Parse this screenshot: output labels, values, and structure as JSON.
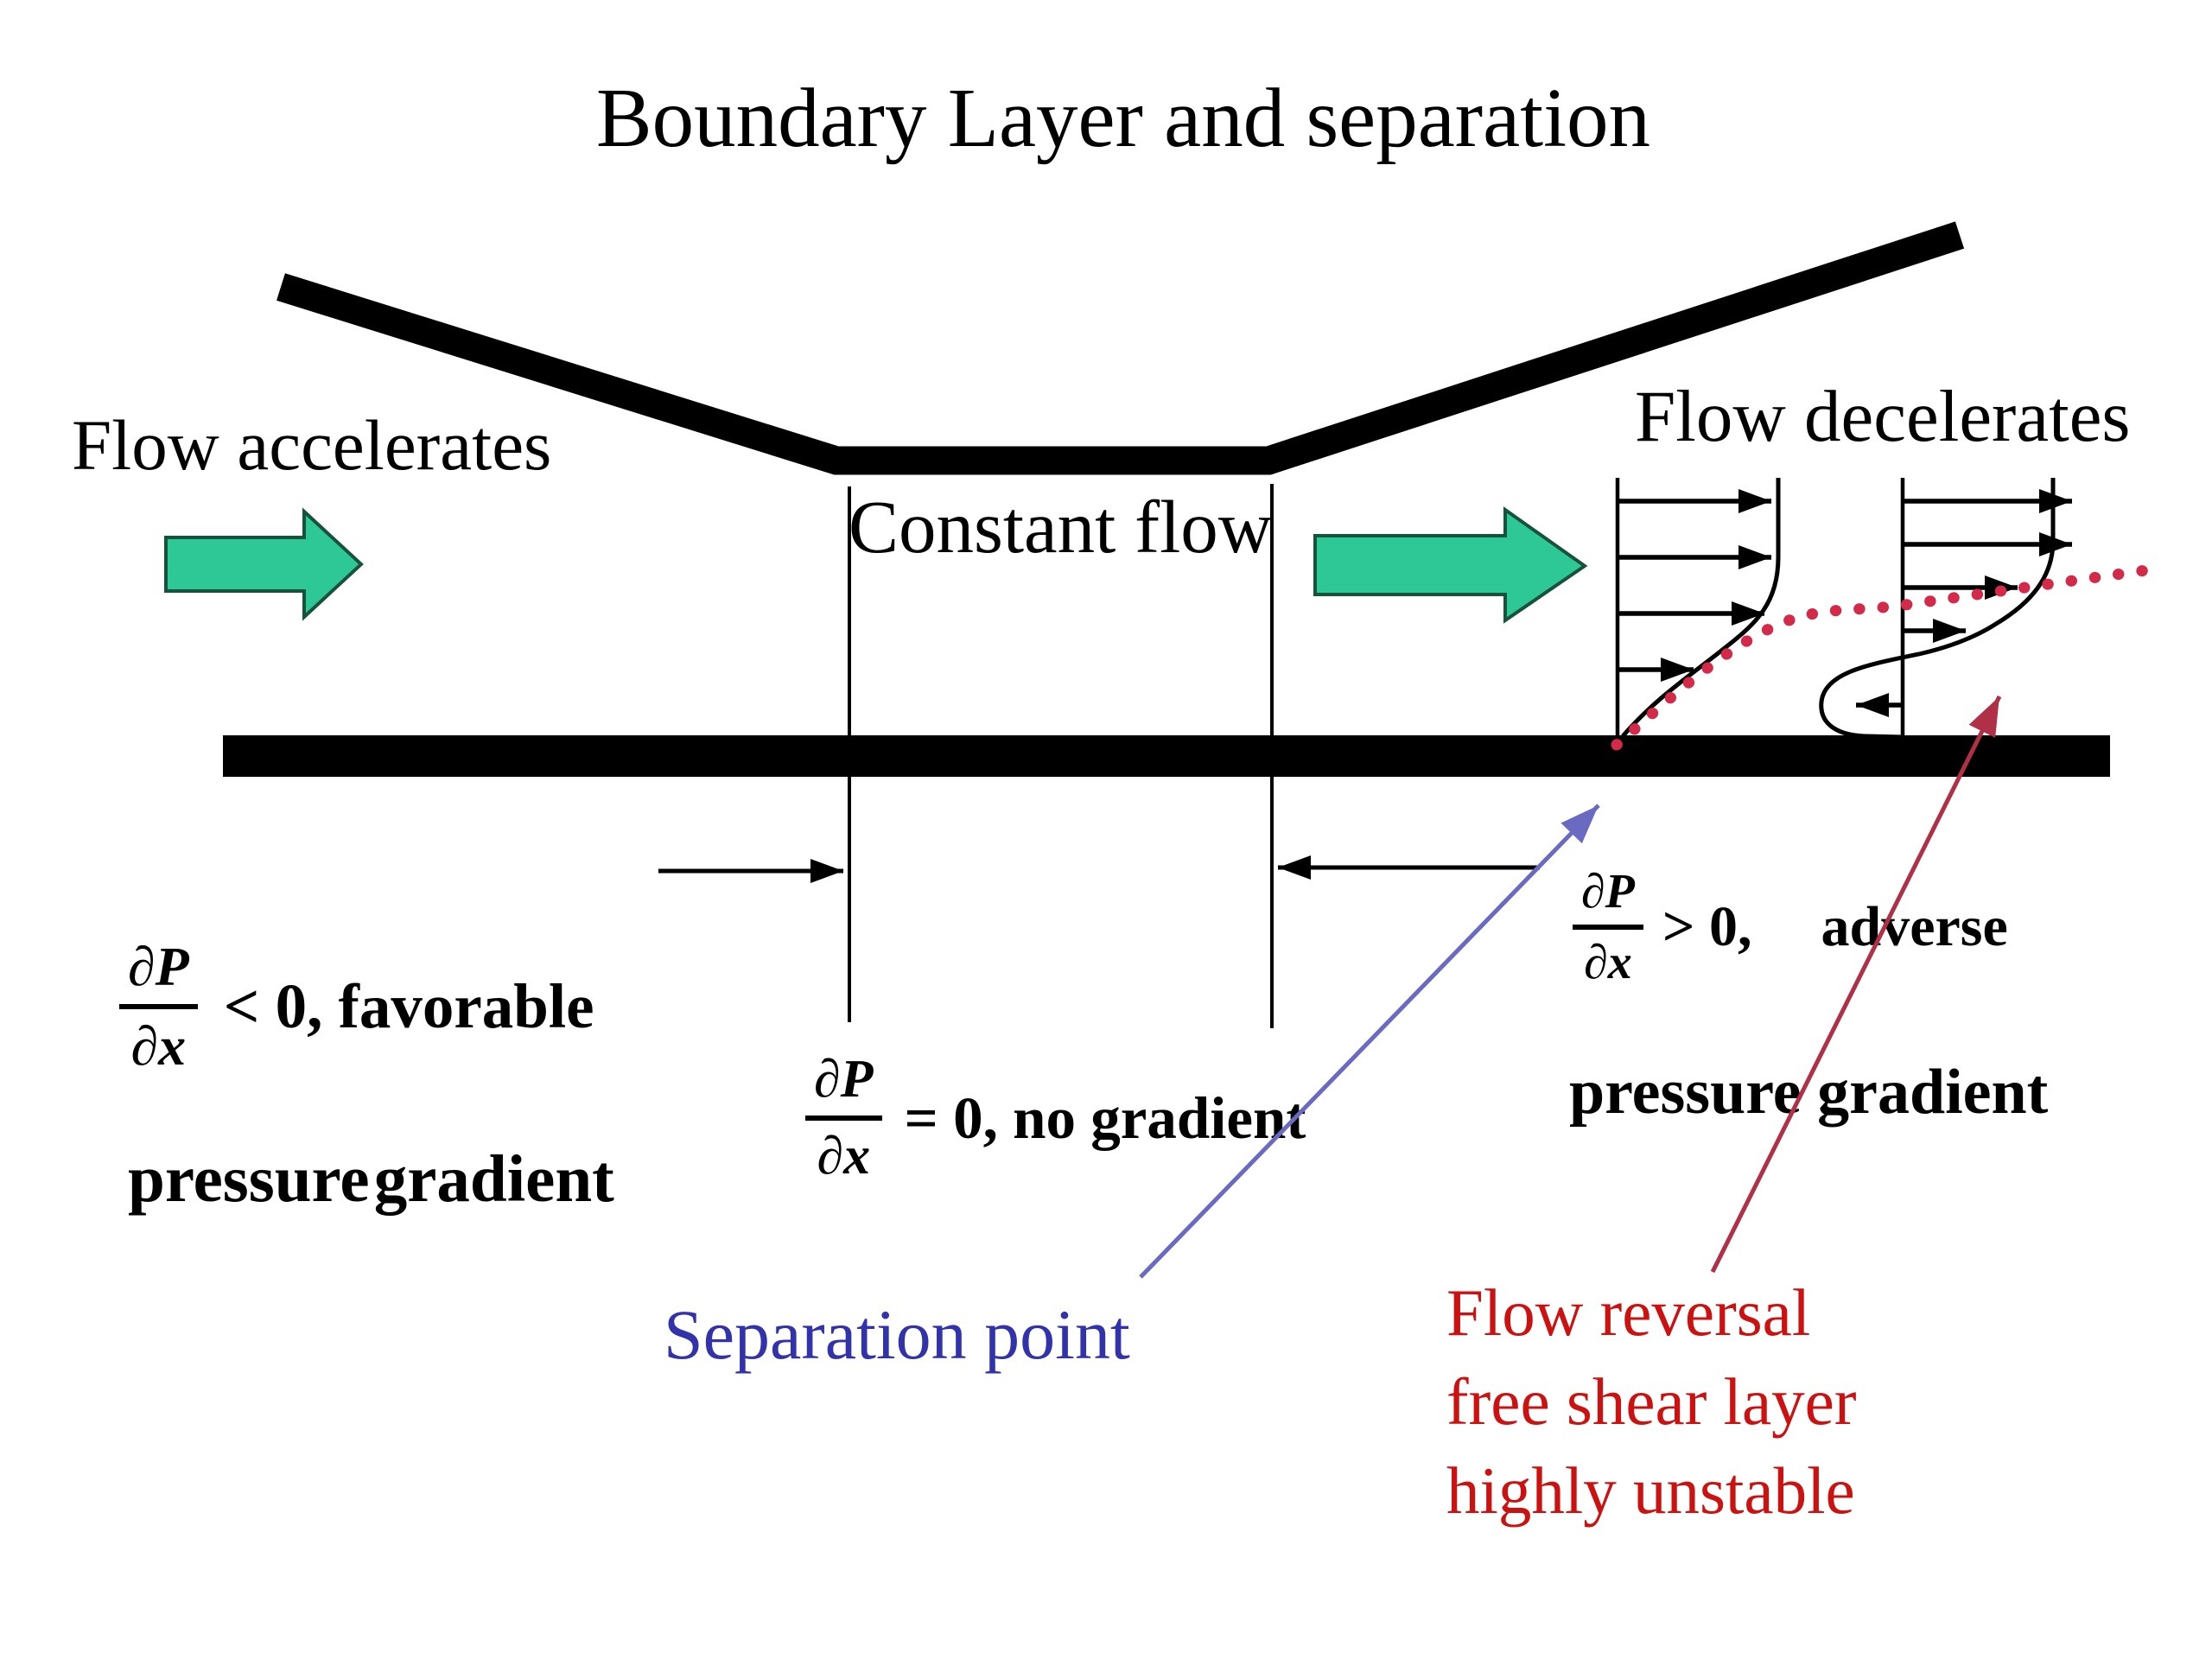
{
  "title": "Boundary Layer and separation",
  "labels": {
    "flow_accelerates": "Flow accelerates",
    "constant_flow": "Constant flow",
    "flow_decelerates": "Flow decelerates",
    "separation_point": "Separation point"
  },
  "annotations": {
    "flow_reversal": [
      "Flow reversal",
      "free shear layer",
      "highly unstable"
    ]
  },
  "formulas": {
    "favorable": {
      "numerator": "∂P",
      "denominator": "∂x",
      "relation": "< 0, favorable",
      "caption": "pressure gradient"
    },
    "no_gradient": {
      "numerator": "∂P",
      "denominator": "∂x",
      "relation": "= 0, no gradient"
    },
    "adverse": {
      "numerator": "∂P",
      "denominator": "∂x",
      "relation": "> 0,",
      "qualifier": "adverse",
      "caption": "pressure gradient"
    }
  },
  "colors": {
    "ink": "#000000",
    "flow_arrow_green": "#2ec896",
    "flow_arrow_outline": "#17523c",
    "separation_blue": "#3232aa",
    "separation_arrow_blue": "#6a6ac2",
    "reversal_red": "#cc1111",
    "reversal_arrow_red": "#b03048",
    "shear_layer_dotted": "#d42a4a"
  }
}
